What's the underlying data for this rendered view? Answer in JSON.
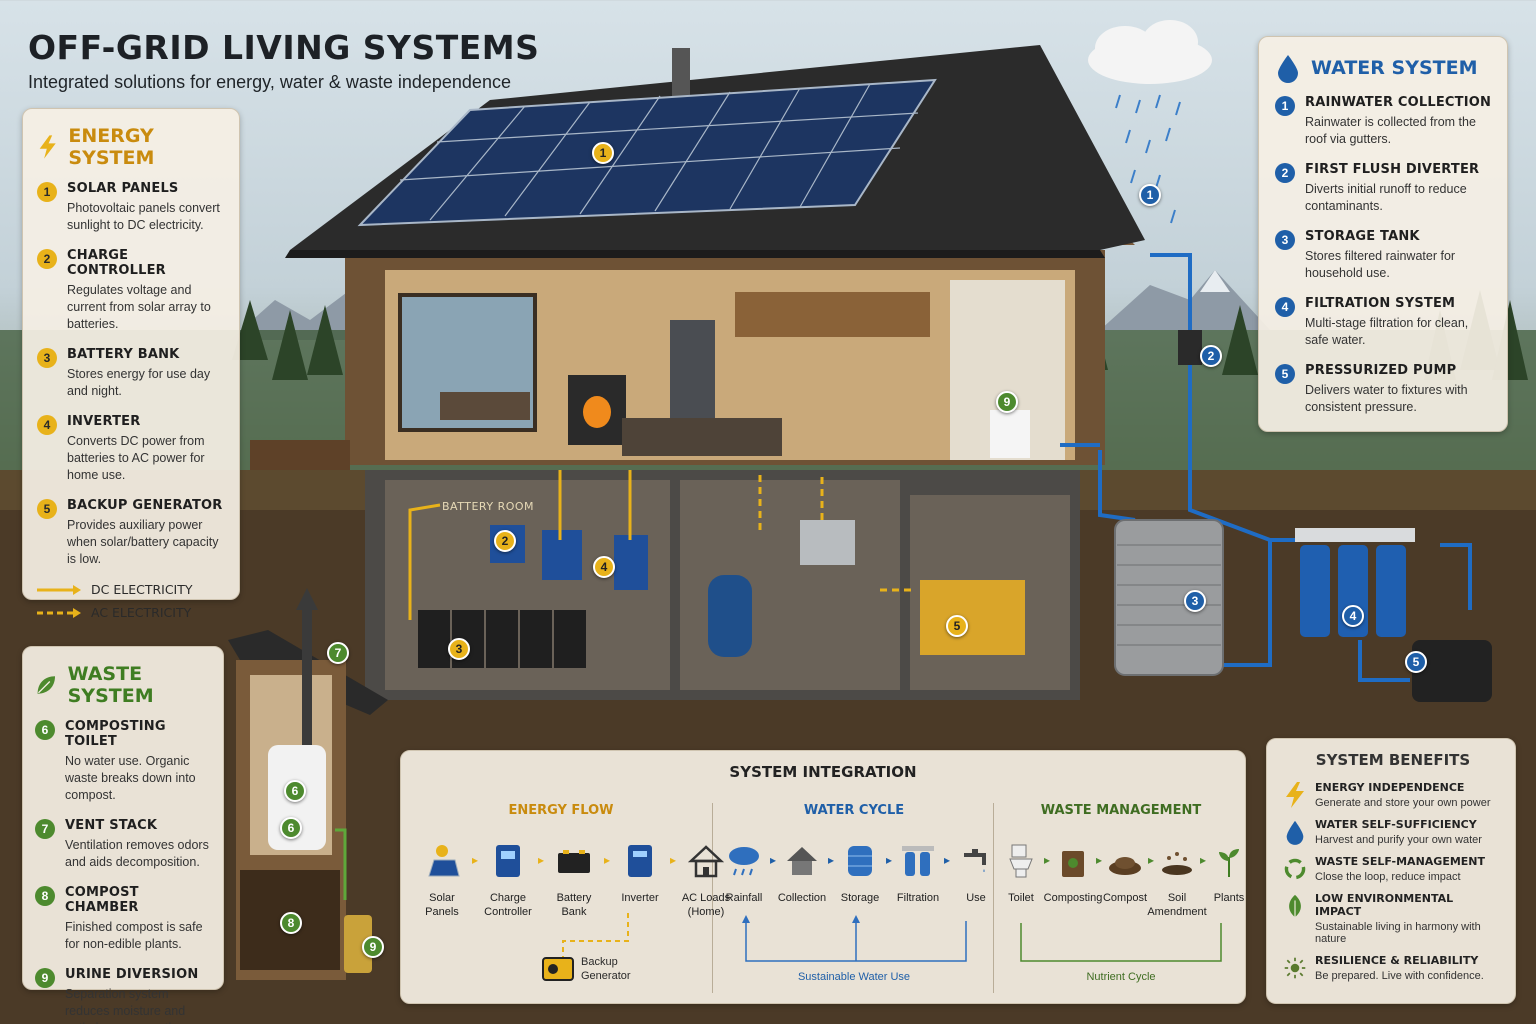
{
  "title": "OFF-GRID LIVING SYSTEMS",
  "subtitle": "Integrated solutions for energy, water & waste independence",
  "colors": {
    "energy": "#e8b21a",
    "water": "#1f5fa8",
    "waste": "#4d8a2e"
  },
  "energy": {
    "title": "ENERGY SYSTEM",
    "icon": "lightning-icon",
    "items": [
      {
        "num": "1",
        "heading": "SOLAR PANELS",
        "desc": "Photovoltaic panels convert sunlight to DC electricity."
      },
      {
        "num": "2",
        "heading": "CHARGE CONTROLLER",
        "desc": "Regulates voltage and current from solar array to batteries."
      },
      {
        "num": "3",
        "heading": "BATTERY BANK",
        "desc": "Stores energy for use day and night."
      },
      {
        "num": "4",
        "heading": "INVERTER",
        "desc": "Converts DC power from batteries to AC power for home use."
      },
      {
        "num": "5",
        "heading": "BACKUP GENERATOR",
        "desc": "Provides auxiliary power when solar/battery capacity is low."
      }
    ],
    "legend": {
      "dc": "DC ELECTRICITY",
      "ac": "AC ELECTRICITY"
    }
  },
  "water": {
    "title": "WATER SYSTEM",
    "icon": "water-drop-icon",
    "items": [
      {
        "num": "1",
        "heading": "RAINWATER COLLECTION",
        "desc": "Rainwater is collected from the roof via gutters."
      },
      {
        "num": "2",
        "heading": "FIRST FLUSH DIVERTER",
        "desc": "Diverts initial runoff to reduce contaminants."
      },
      {
        "num": "3",
        "heading": "STORAGE TANK",
        "desc": "Stores filtered rainwater for household use."
      },
      {
        "num": "4",
        "heading": "FILTRATION SYSTEM",
        "desc": "Multi-stage filtration for clean, safe water."
      },
      {
        "num": "5",
        "heading": "PRESSURIZED PUMP",
        "desc": "Delivers water to fixtures with consistent pressure."
      }
    ]
  },
  "waste": {
    "title": "WASTE SYSTEM",
    "icon": "leaf-icon",
    "items": [
      {
        "num": "6",
        "heading": "COMPOSTING TOILET",
        "desc": "No water use. Organic waste breaks down into compost."
      },
      {
        "num": "7",
        "heading": "VENT STACK",
        "desc": "Ventilation removes odors and aids decomposition."
      },
      {
        "num": "8",
        "heading": "COMPOST CHAMBER",
        "desc": "Finished compost is safe for non-edible plants."
      },
      {
        "num": "9",
        "heading": "URINE DIVERSION",
        "desc": "Separation system reduces moisture and optimizes composting."
      }
    ]
  },
  "scene": {
    "battery_room_label": "BATTERY ROOM",
    "markers": {
      "energy": [
        "1",
        "2",
        "3",
        "4",
        "5"
      ],
      "water": [
        "1",
        "2",
        "3",
        "4",
        "5"
      ],
      "waste": [
        "6",
        "6",
        "7",
        "8",
        "9",
        "9"
      ]
    }
  },
  "integration": {
    "title": "SYSTEM INTEGRATION",
    "energy_flow": {
      "title": "ENERGY FLOW",
      "steps": [
        {
          "label": "Solar Panels",
          "icon": "solar-panel-icon"
        },
        {
          "label": "Charge Controller",
          "icon": "charge-controller-icon"
        },
        {
          "label": "Battery Bank",
          "icon": "battery-icon"
        },
        {
          "label": "Inverter",
          "icon": "inverter-icon"
        },
        {
          "label": "AC Loads (Home)",
          "icon": "house-icon"
        }
      ],
      "backup": {
        "label": "Backup Generator",
        "icon": "generator-icon"
      }
    },
    "water_cycle": {
      "title": "WATER CYCLE",
      "steps": [
        {
          "label": "Rainfall",
          "icon": "rain-cloud-icon"
        },
        {
          "label": "Collection",
          "icon": "collection-house-icon"
        },
        {
          "label": "Storage",
          "icon": "storage-tank-icon"
        },
        {
          "label": "Filtration",
          "icon": "filter-icon"
        },
        {
          "label": "Use",
          "icon": "faucet-icon"
        }
      ],
      "loop_label": "Sustainable Water Use"
    },
    "waste_management": {
      "title": "WASTE MANAGEMENT",
      "steps": [
        {
          "label": "Toilet",
          "icon": "toilet-icon"
        },
        {
          "label": "Composting",
          "icon": "compost-bin-icon"
        },
        {
          "label": "Compost",
          "icon": "compost-pile-icon"
        },
        {
          "label": "Soil Amendment",
          "icon": "soil-icon"
        },
        {
          "label": "Plants",
          "icon": "sprout-icon"
        }
      ],
      "loop_label": "Nutrient Cycle"
    }
  },
  "benefits": {
    "title": "SYSTEM BENEFITS",
    "items": [
      {
        "heading": "ENERGY INDEPENDENCE",
        "desc": "Generate and store your own power",
        "icon": "lightning-icon"
      },
      {
        "heading": "WATER SELF-SUFFICIENCY",
        "desc": "Harvest and purify your own water",
        "icon": "water-drop-icon"
      },
      {
        "heading": "WASTE SELF-MANAGEMENT",
        "desc": "Close the loop, reduce impact",
        "icon": "recycle-icon"
      },
      {
        "heading": "LOW ENVIRONMENTAL IMPACT",
        "desc": "Sustainable living in harmony with nature",
        "icon": "leaf-icon"
      },
      {
        "heading": "RESILIENCE & RELIABILITY",
        "desc": "Be prepared. Live with confidence.",
        "icon": "sun-shield-icon"
      }
    ]
  }
}
